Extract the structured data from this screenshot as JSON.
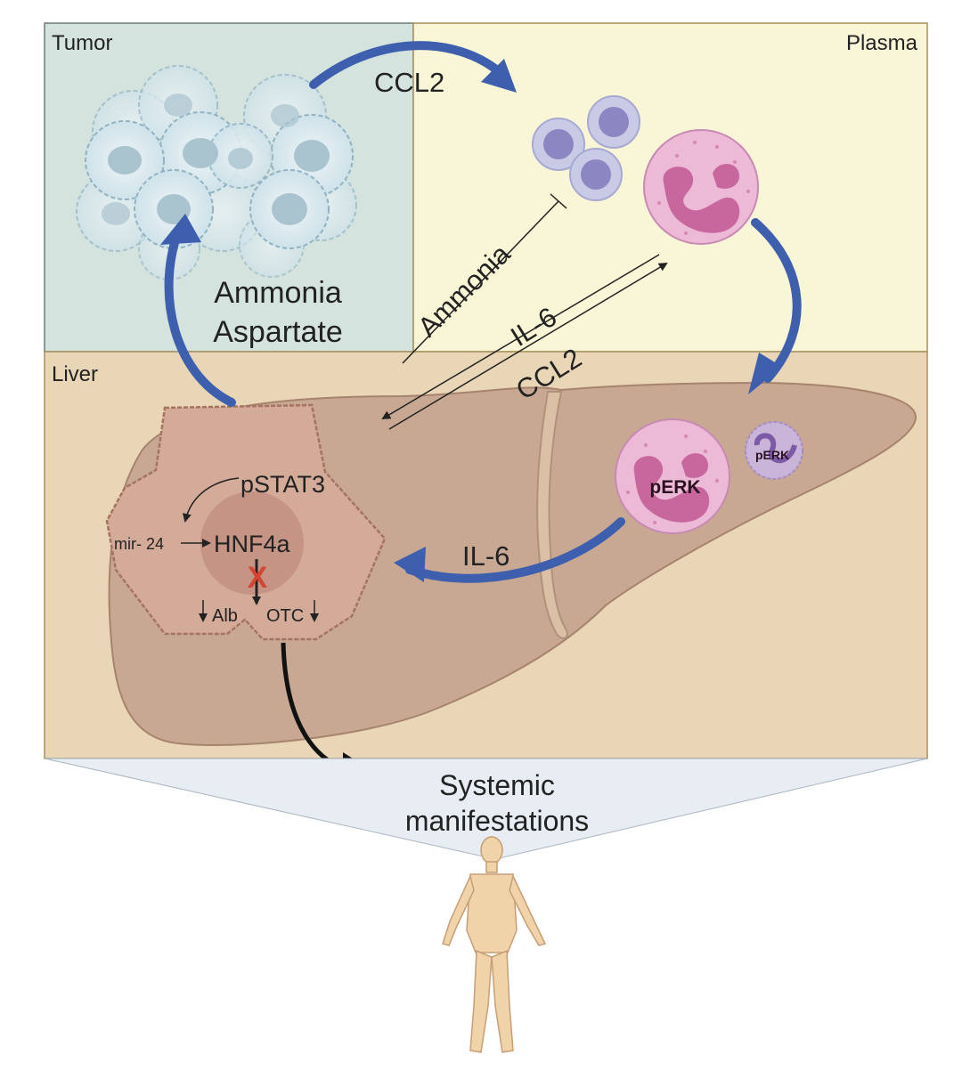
{
  "panels": {
    "tumor": "Tumor",
    "plasma": "Plasma",
    "liver": "Liver"
  },
  "signals": {
    "ccl2_top": "CCL2",
    "ammonia_aspartate_line1": "Ammonia",
    "ammonia_aspartate_line2": "Aspartate",
    "ammonia_diag": "Ammonia",
    "il6_diag": "IL-6",
    "ccl2_diag": "CCL2",
    "il6_liver": "IL-6"
  },
  "hepatocyte": {
    "pstat3": "pSTAT3",
    "mir24": "mir- 24",
    "hnf4a": "HNF4a",
    "alb": "Alb",
    "otc": "OTC",
    "x_mark": "X"
  },
  "neutrophil": {
    "perk_large": "pERK",
    "perk_small": "pERK"
  },
  "outcome": {
    "line1": "Systemic",
    "line2": "manifestations"
  },
  "colors": {
    "tumor_bg": "#d5e3de",
    "plasma_bg": "#f9f5d7",
    "liver_bg": "#e8d6b6",
    "liver_organ": "#c8a893",
    "hepatocyte": "#d4aa98",
    "arrow_blue": "#3d5fae",
    "neutrophil": "#ecb9d6",
    "lymphocyte": "#c9cbe6",
    "body": "#f0d3a8"
  }
}
